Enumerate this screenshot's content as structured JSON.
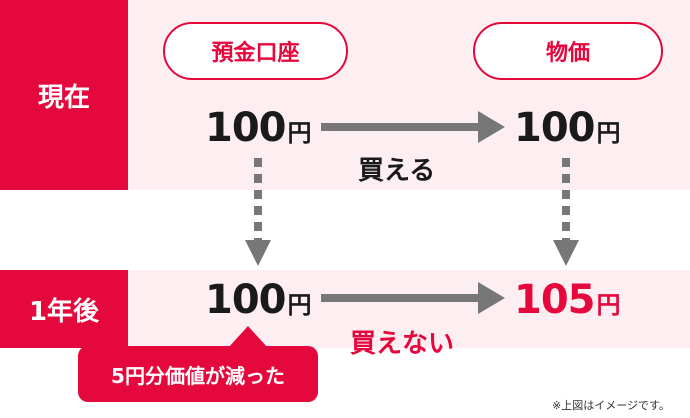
{
  "rows": {
    "current": {
      "label": "現在"
    },
    "one_year_later": {
      "label": "1年後"
    }
  },
  "headers": {
    "deposit": "預金口座",
    "goods": "物価"
  },
  "current": {
    "deposit_value": "100",
    "deposit_unit": "円",
    "goods_value": "100",
    "goods_unit": "円",
    "caption": "買える"
  },
  "later": {
    "deposit_value": "100",
    "deposit_unit": "円",
    "goods_value": "105",
    "goods_unit": "円",
    "caption": "買えない"
  },
  "callout": "5円分価値が減った",
  "footnote": "※上図はイメージです。",
  "colors": {
    "accent": "#e4083c",
    "row_background": "#fdeef2",
    "arrow": "#777777"
  }
}
